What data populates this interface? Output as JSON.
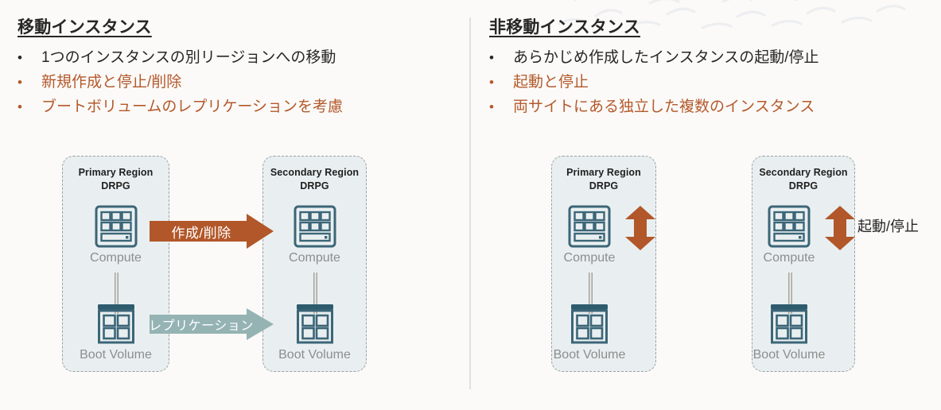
{
  "slide": {
    "divider_color": "#e3e1de",
    "background_color": "#fbfaf8"
  },
  "colors": {
    "accent_orange": "#b4592b",
    "arrow_orange": "#b2572a",
    "arrow_teal": "#95b3b3",
    "icon_teal": "#3c6678",
    "box_fill": "#e9eff0",
    "box_border": "#9aa0a2",
    "caption_gray": "#8d8d8d",
    "heading_dark": "#262626"
  },
  "columns": [
    {
      "id": "migrating",
      "heading": "移動インスタンス",
      "bullets": [
        {
          "dot": "•",
          "text": "1つのインスタンスの別リージョンへの移動",
          "accent": false
        },
        {
          "dot": "•",
          "text": "新規作成と停止/削除",
          "accent": true
        },
        {
          "dot": "•",
          "text": "ブートボリュームのレプリケーションを考慮",
          "accent": true
        }
      ]
    },
    {
      "id": "non-migrating",
      "heading": "非移動インスタンス",
      "bullets": [
        {
          "dot": "•",
          "text": "あらかじめ作成したインスタンスの起動/停止",
          "accent": false
        },
        {
          "dot": "•",
          "text": "起動と停止",
          "accent": true
        },
        {
          "dot": "•",
          "text": "両サイトにある独立した複数のインスタンス",
          "accent": true
        }
      ]
    }
  ],
  "diagram_left": {
    "regions": [
      {
        "id": "left-primary",
        "title_line1": "Primary Region",
        "title_line2": "DRPG",
        "compute_label": "Compute",
        "boot_volume_label": "Boot Volume"
      },
      {
        "id": "left-secondary",
        "title_line1": "Secondary Region",
        "title_line2": "DRPG",
        "compute_label": "Compute",
        "boot_volume_label": "Boot Volume"
      }
    ],
    "arrows": [
      {
        "id": "create-delete-arrow",
        "label": "作成/削除",
        "color": "#b2572a",
        "direction": "right"
      },
      {
        "id": "replication-arrow",
        "label": "レプリケーション",
        "color": "#95b3b3",
        "direction": "right"
      }
    ]
  },
  "diagram_right": {
    "regions": [
      {
        "id": "right-primary",
        "title_line1": "Primary Region",
        "title_line2": "DRPG",
        "compute_label": "Compute",
        "boot_volume_label": "Boot Volume"
      },
      {
        "id": "right-secondary",
        "title_line1": "Secondary Region",
        "title_line2": "DRPG",
        "compute_label": "Compute",
        "boot_volume_label": "Boot Volume"
      }
    ],
    "arrows": [
      {
        "id": "start-stop-arrow-primary",
        "label": "",
        "color": "#b2572a",
        "direction": "updown"
      },
      {
        "id": "start-stop-arrow-secondary",
        "label": "起動/停止",
        "color": "#b2572a",
        "direction": "updown"
      }
    ]
  },
  "icons": {
    "compute": "compute-icon",
    "boot_volume": "boot-volume-icon"
  }
}
